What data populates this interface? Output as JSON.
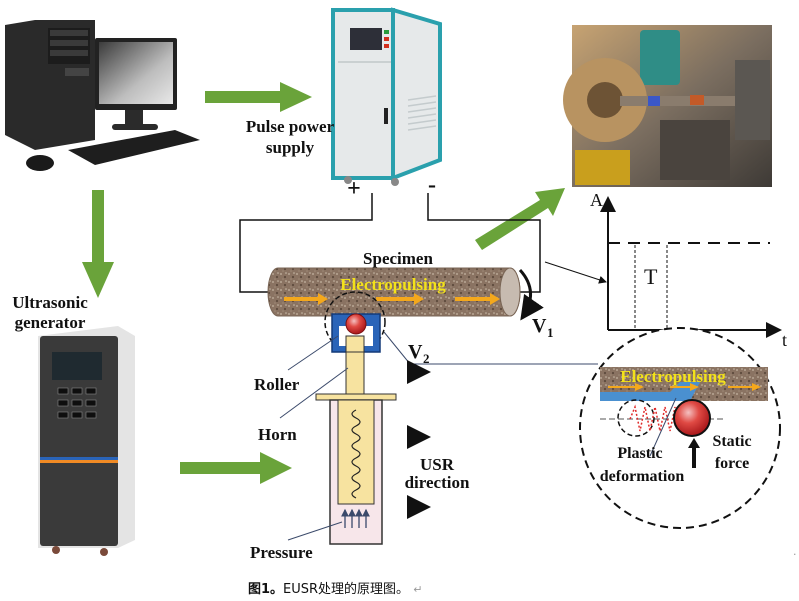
{
  "figure": {
    "caption_label": "图1。",
    "caption_text": "EUSR处理的原理图。",
    "paragraph_mark": "↵"
  },
  "components": {
    "computer": {
      "name": "computer-workstation"
    },
    "pulse_power": {
      "label_line1": "Pulse power",
      "label_line2": "supply",
      "plus": "+",
      "minus": "-"
    },
    "ultrasonic": {
      "label_line1": "Ultrasonic",
      "label_line2": "generator"
    },
    "lathe_photo": {
      "name": "lathe-setup-photo"
    },
    "specimen": {
      "label": "Specimen",
      "current_label": "Electropulsing",
      "rotation_label": "V",
      "rotation_sub": "1"
    },
    "tool": {
      "feed_label": "V",
      "feed_sub": "2",
      "roller_label": "Roller",
      "horn_label": "Horn",
      "pressure_label": "Pressure",
      "direction_line1": "USR",
      "direction_line2": "direction"
    },
    "waveform": {
      "y_axis": "A",
      "x_axis": "t",
      "period_label": "T"
    },
    "detail": {
      "current_label": "Electropulsing",
      "deformation_line1": "Plastic",
      "deformation_line2": "deformation",
      "force_line1": "Static",
      "force_line2": "force"
    }
  },
  "colors": {
    "flow_arrow": "#6aa33a",
    "specimen": "#8b7565",
    "electropulsing_text": "#f3e21a",
    "current_arrow": "#f4a81c",
    "roller": "#d9302a",
    "holder": "#2a64b8",
    "horn": "#f7e3a0",
    "cabinet_teal": "#2aa0ad",
    "deformed_layer": "#4a90d0"
  }
}
